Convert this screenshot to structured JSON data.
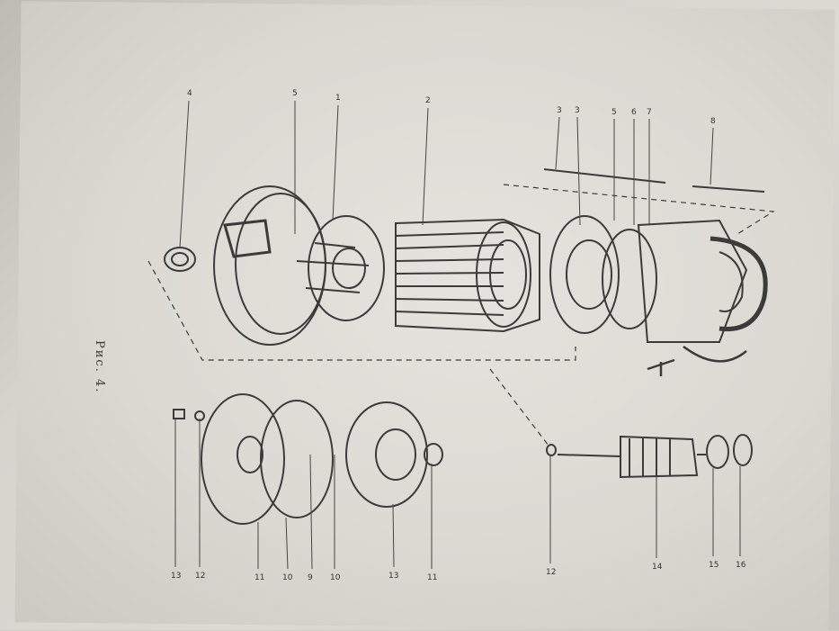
{
  "figure": {
    "caption": "Рис. 4."
  },
  "callouts_top": [
    "4",
    "5",
    "1",
    "2",
    "3",
    "3",
    "5",
    "6",
    "7",
    "8"
  ],
  "callouts_bottom": [
    "13",
    "12",
    "11",
    "10",
    "9",
    "10",
    "13",
    "11",
    "12",
    "14",
    "15",
    "16"
  ]
}
